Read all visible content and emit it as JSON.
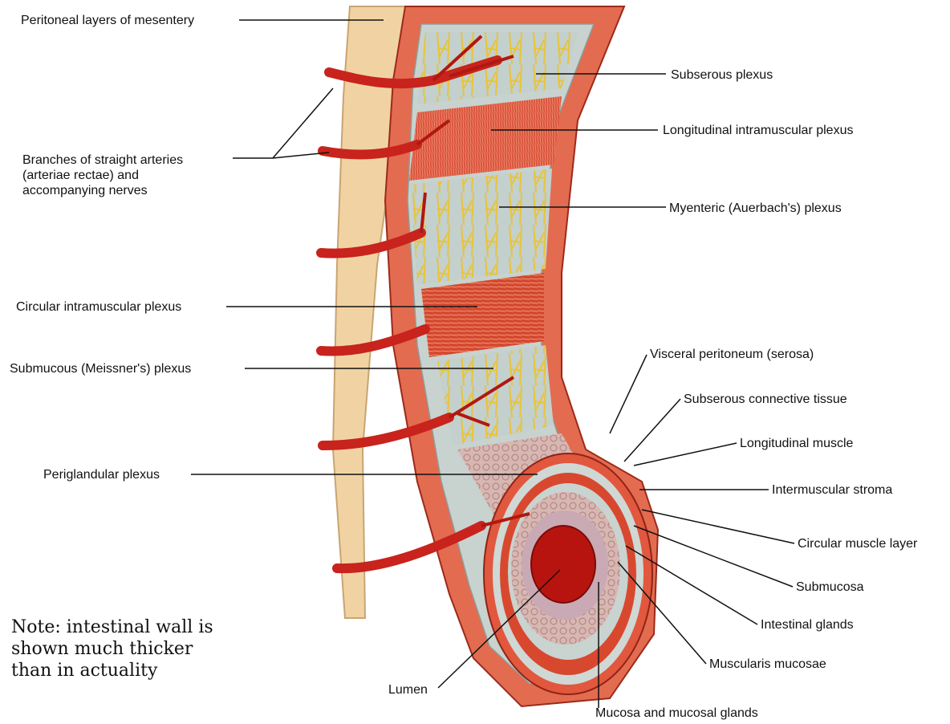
{
  "labels": {
    "peritoneal_layers": "Peritoneal layers of mesentery",
    "straight_arteries": [
      "Branches of straight arteries",
      "(arteriae rectae) and",
      "accompanying nerves"
    ],
    "circular_intramuscular": "Circular intramuscular plexus",
    "submucous_plexus": "Submucous (Meissner's) plexus",
    "periglandular": "Periglandular plexus",
    "subserous_plexus": "Subserous plexus",
    "longitudinal_intramuscular": "Longitudinal intramuscular plexus",
    "myenteric": "Myenteric (Auerbach's) plexus",
    "visceral_peritoneum": "Visceral peritoneum (serosa)",
    "subserous_connective": "Subserous connective tissue",
    "longitudinal_muscle": "Longitudinal muscle",
    "intermuscular_stroma": "Intermuscular stroma",
    "circular_muscle": "Circular muscle layer",
    "submucosa": "Submucosa",
    "intestinal_glands": "Intestinal glands",
    "muscularis_mucosae": "Muscularis mucosae",
    "lumen": "Lumen",
    "mucosa": "Mucosa and mucosal glands"
  },
  "note": [
    "Note: intestinal wall is",
    "shown much thicker",
    "than in actuality"
  ],
  "colors": {
    "artery": "#c8231c",
    "muscle": "#d9533c",
    "mesentery": "#f1d3a3",
    "serosa": "#bcc8c6",
    "nerve": "#e8c43a",
    "lumen": "#b8140f",
    "glands": "#c9a8a8"
  }
}
